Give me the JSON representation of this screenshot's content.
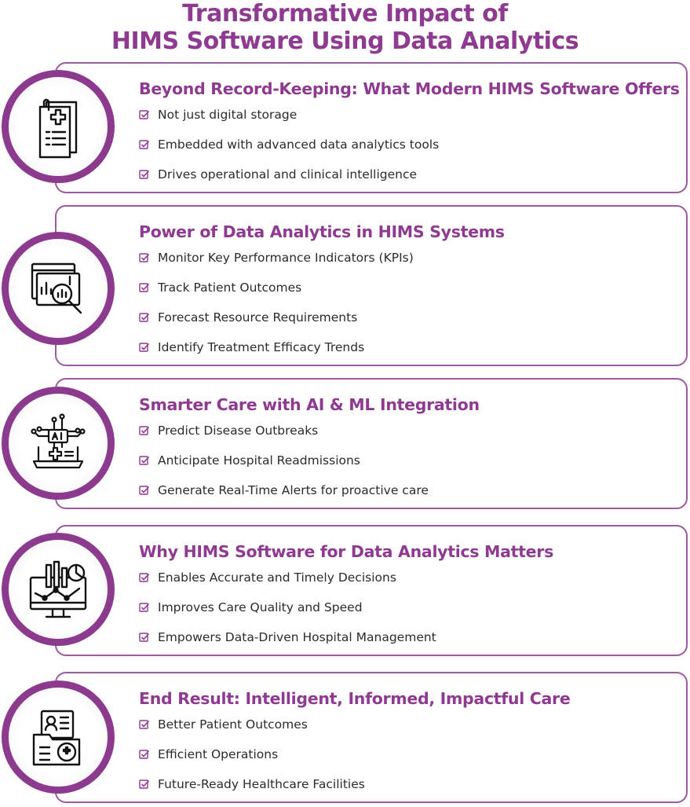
{
  "title": {
    "line1": "Transformative Impact of",
    "line2": "HIMS Software Using Data Analytics"
  },
  "colors": {
    "accent": "#8e3a90",
    "border": "#9c5aa0",
    "text": "#2b2b2b"
  },
  "sections": [
    {
      "heading": "Beyond Record-Keeping: What Modern HIMS Software Offers",
      "icon": "medical-document-icon",
      "items": [
        "Not just digital storage",
        "Embedded with advanced data analytics tools",
        "Drives operational and clinical intelligence"
      ]
    },
    {
      "heading": "Power of Data Analytics in HIMS Systems",
      "icon": "analytics-magnifier-icon",
      "items": [
        " Monitor Key Performance Indicators (KPIs)",
        "Track Patient Outcomes",
        "Forecast Resource Requirements",
        "Identify Treatment Efficacy Trends"
      ]
    },
    {
      "heading": "Smarter Care with AI & ML Integration",
      "icon": "ai-laptop-icon",
      "items": [
        "Predict Disease Outbreaks",
        "Anticipate Hospital Readmissions",
        "Generate Real-Time Alerts for proactive care"
      ]
    },
    {
      "heading": "Why HIMS Software for Data Analytics Matters",
      "icon": "monitor-chart-icon",
      "items": [
        "Enables Accurate and Timely Decisions",
        "Improves Care Quality and Speed",
        "Empowers Data-Driven Hospital Management"
      ]
    },
    {
      "heading": "End Result: Intelligent, Informed, Impactful Care",
      "icon": "patient-folder-icon",
      "items": [
        "Better Patient Outcomes",
        "Efficient Operations",
        "Future-Ready Healthcare Facilities"
      ]
    }
  ]
}
